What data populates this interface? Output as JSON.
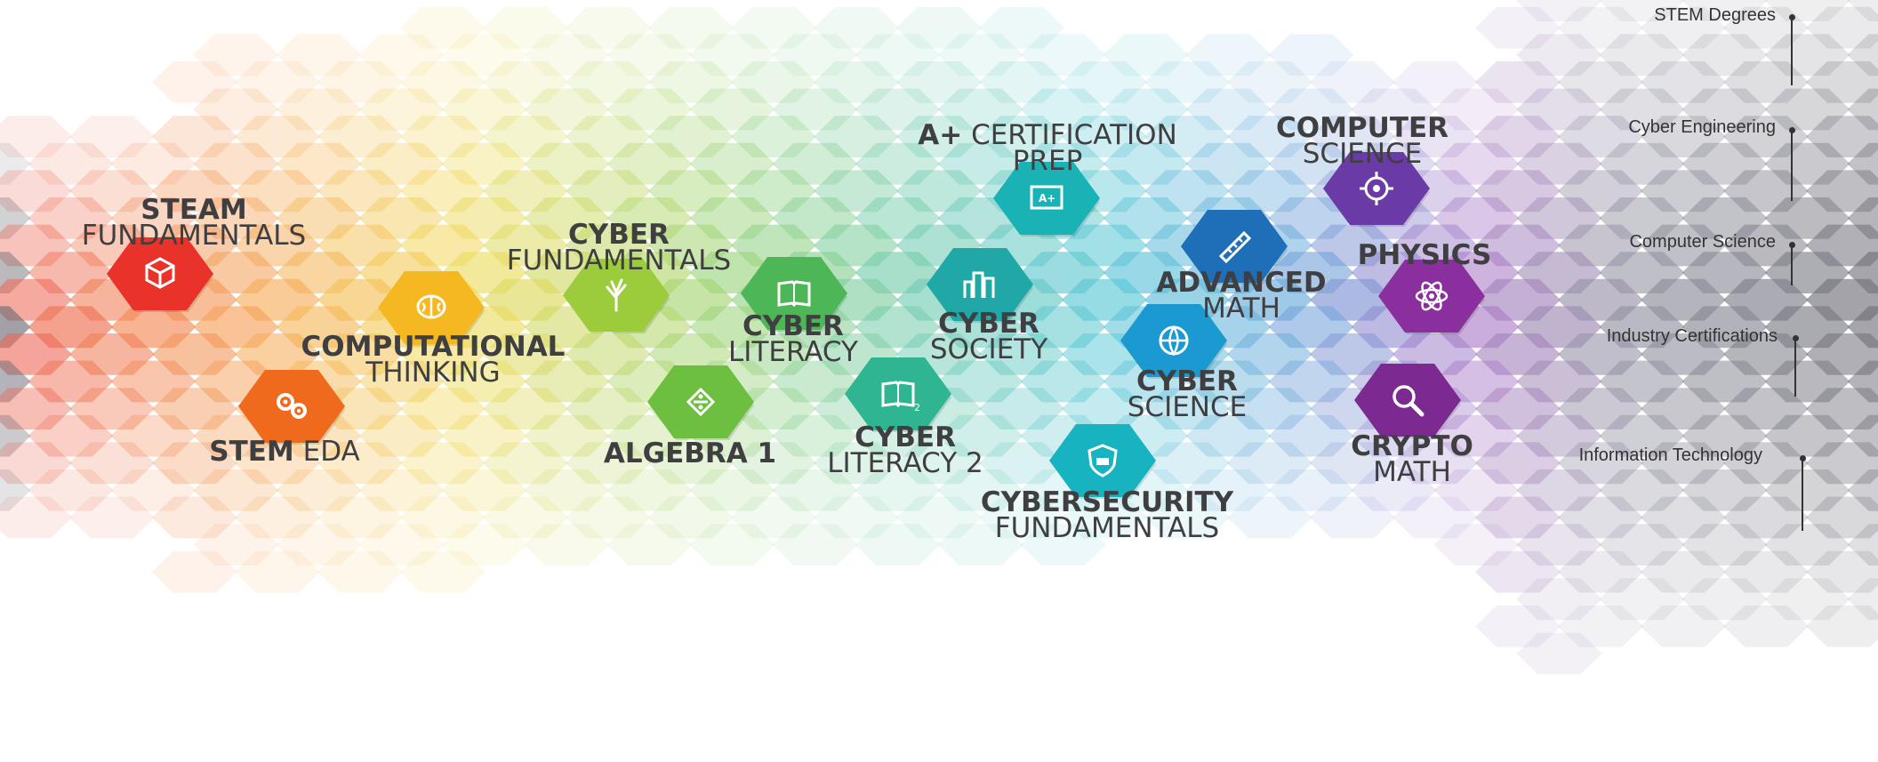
{
  "courses": [
    {
      "key": "steam",
      "line1": "STEAM",
      "line2": "FUNDAMENTALS",
      "w1": "bold",
      "w2": "light",
      "icon": "cubes-icon",
      "color": "#e8322a"
    },
    {
      "key": "stem_eda",
      "line1": "STEM",
      "line2": "EDA",
      "inline": true,
      "w1": "bold",
      "w2": "light",
      "icon": "gears-icon",
      "color": "#f06a1e"
    },
    {
      "key": "comp_thinking",
      "line1": "COMPUTATIONAL",
      "line2": "THINKING",
      "w1": "bold",
      "w2": "light",
      "icon": "brain-icon",
      "color": "#f5b820"
    },
    {
      "key": "cyber_fund",
      "line1": "CYBER",
      "line2": "FUNDAMENTALS",
      "w1": "bold",
      "w2": "light",
      "icon": "tree-icon",
      "color": "#9ccc3c"
    },
    {
      "key": "algebra1",
      "line1": "ALGEBRA 1",
      "line2": "",
      "w1": "bold",
      "w2": "light",
      "icon": "fraction-icon",
      "color": "#6cbf3f"
    },
    {
      "key": "cyber_lit",
      "line1": "CYBER",
      "line2": "LITERACY",
      "w1": "bold",
      "w2": "light",
      "icon": "book-icon",
      "color": "#4db657"
    },
    {
      "key": "cyber_lit2",
      "line1": "CYBER",
      "line2": "LITERACY 2",
      "w1": "bold",
      "w2": "light",
      "icon": "book-2-icon",
      "color": "#2fb591"
    },
    {
      "key": "cyber_society",
      "line1": "CYBER",
      "line2": "SOCIETY",
      "w1": "bold",
      "w2": "light",
      "icon": "city-icon",
      "color": "#1fa8a5"
    },
    {
      "key": "aplus",
      "line1": "A+",
      "line2": "PREP",
      "line1b": "CERTIFICATION",
      "w1": "bold",
      "w2": "light",
      "icon": "certificate-icon",
      "color": "#19b3b5"
    },
    {
      "key": "cybersec",
      "line1": "CYBERSECURITY",
      "line2": "FUNDAMENTALS",
      "w1": "bold",
      "w2": "light",
      "icon": "shield-icon",
      "color": "#17b3c1"
    },
    {
      "key": "cyber_science",
      "line1": "CYBER",
      "line2": "SCIENCE",
      "w1": "bold",
      "w2": "light",
      "icon": "globe-icon",
      "color": "#1a9ad1"
    },
    {
      "key": "adv_math",
      "line1": "ADVANCED",
      "line2": "MATH",
      "w1": "bold",
      "w2": "light",
      "icon": "ruler-icon",
      "color": "#1f6fb8"
    },
    {
      "key": "comp_sci",
      "line1": "COMPUTER",
      "line2": "SCIENCE",
      "w1": "bold",
      "w2": "light",
      "icon": "circuit-icon",
      "color": "#6a3ba6"
    },
    {
      "key": "physics",
      "line1": "PHYSICS",
      "line2": "",
      "w1": "bold",
      "w2": "light",
      "icon": "atom-icon",
      "color": "#8b2f9e"
    },
    {
      "key": "crypto",
      "line1": "CRYPTO",
      "line2": "MATH",
      "w1": "bold",
      "w2": "light",
      "icon": "magnifier-icon",
      "color": "#7c2a92"
    }
  ],
  "legend": [
    {
      "label": "STEM Degrees"
    },
    {
      "label": "Cyber Engineering"
    },
    {
      "label": "Computer Science"
    },
    {
      "label": "Industry Certifications"
    },
    {
      "label": "Information Technology"
    }
  ]
}
